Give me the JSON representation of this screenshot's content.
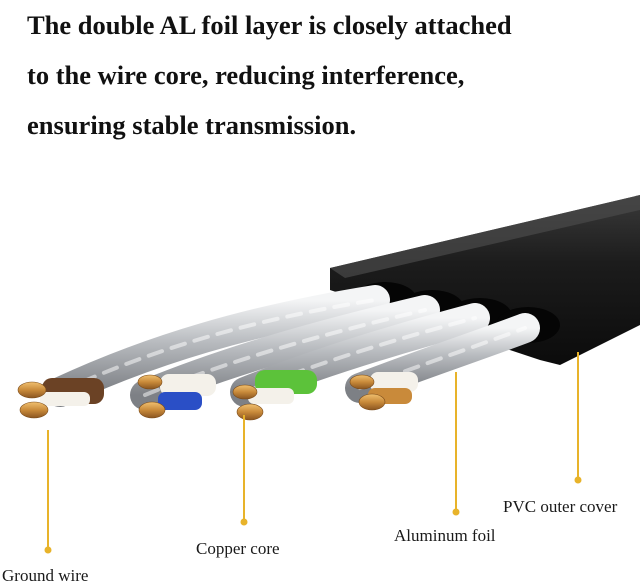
{
  "headline": {
    "line1": "The double AL foil layer is closely attached",
    "line2": "to the wire core, reducing interference,",
    "line3": "ensuring stable transmission."
  },
  "labels": {
    "ground_wire": "Ground wire",
    "copper_core": "Copper core",
    "aluminum_foil": "Aluminum foil",
    "pvc_outer_cover": "PVC outer cover"
  },
  "colors": {
    "callout": "#e8b32a",
    "jacket": "#1c1c1c",
    "foil": "#c9ccd0",
    "copper": "#c98a3a",
    "brown_insulation": "#6b4225",
    "green_insulation": "#5cc23a",
    "blue_insulation": "#2a4fc6"
  },
  "icons": [
    "flat-ethernet-cable-illustration"
  ]
}
